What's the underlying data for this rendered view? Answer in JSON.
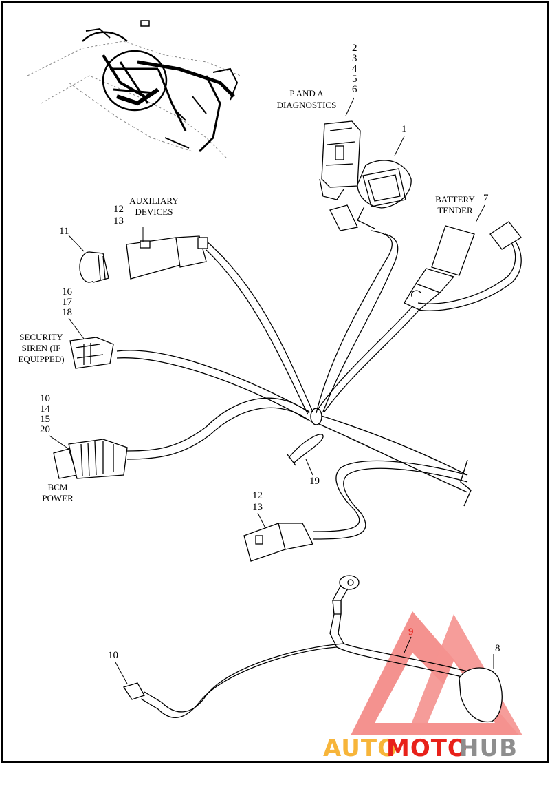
{
  "diagram": {
    "callouts": {
      "c1": "1",
      "c2_6": [
        "2",
        "3",
        "4",
        "5",
        "6"
      ],
      "c7": "7",
      "c8": "8",
      "c9": "9",
      "c10_bcm": [
        "10",
        "14",
        "15",
        "20"
      ],
      "c10_bottom": "10",
      "c11": "11",
      "c12_13_aux": [
        "12",
        "13"
      ],
      "c12_13_lower": [
        "12",
        "13"
      ],
      "c16_18": [
        "16",
        "17",
        "18"
      ],
      "c19": "19"
    },
    "labels": {
      "p_and_a": [
        "P AND A",
        "DIAGNOSTICS"
      ],
      "battery_tender": [
        "BATTERY",
        "TENDER"
      ],
      "auxiliary": [
        "AUXILIARY",
        "DEVICES"
      ],
      "security": [
        "SECURITY",
        "SIREN (IF",
        "EQUIPPED)"
      ],
      "bcm": [
        "BCM",
        "POWER"
      ]
    }
  },
  "watermark": {
    "part1": "AUTO",
    "part2": "MOTO",
    "part3": "HUB",
    "colors": {
      "orange": "#f7b53a",
      "red": "#e8211a",
      "gray": "#8e8e8e",
      "triangle": "#ee4a45"
    }
  }
}
